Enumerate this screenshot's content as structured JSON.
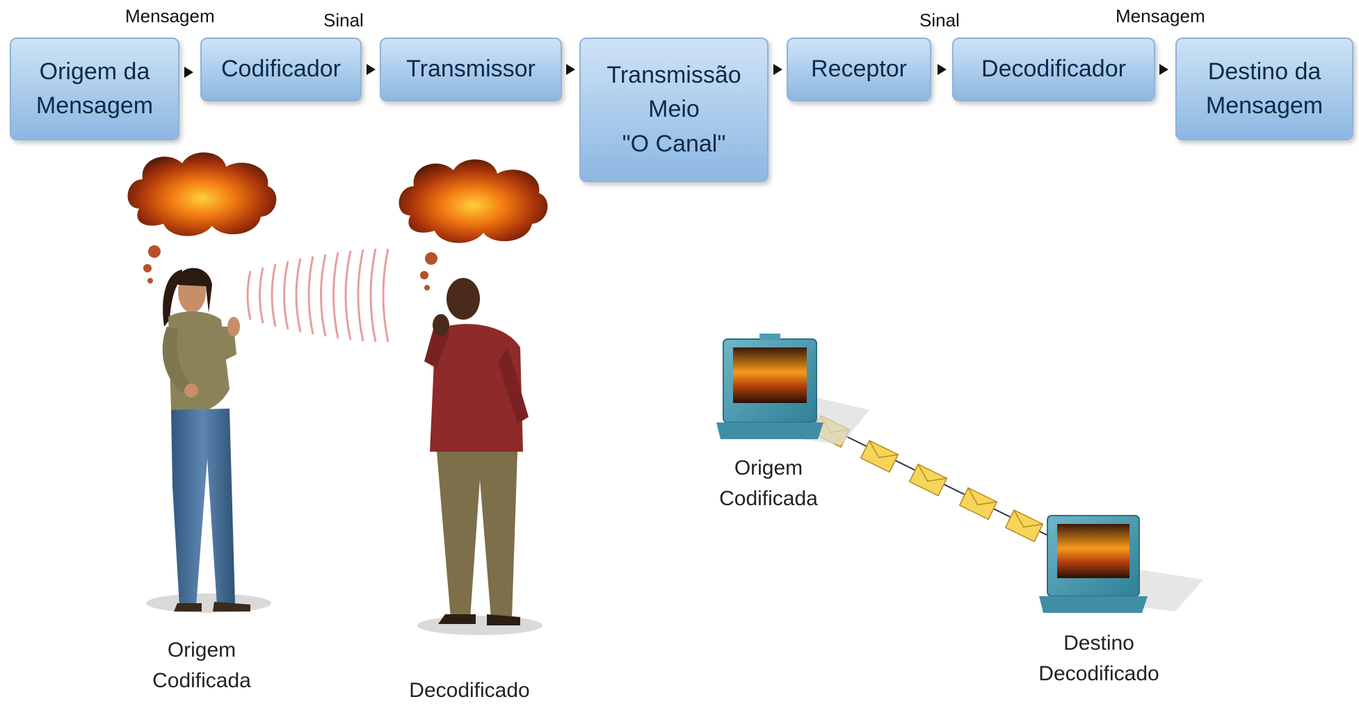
{
  "flow": {
    "labels": {
      "mensagem_left": "Mensagem",
      "sinal_left": "Sinal",
      "sinal_right": "Sinal",
      "mensagem_right": "Mensagem"
    },
    "steps": [
      {
        "lines": [
          "Origem da",
          "Mensagem"
        ]
      },
      {
        "lines": [
          "Codificador"
        ]
      },
      {
        "lines": [
          "Transmissor"
        ]
      },
      {
        "lines": [
          "Transmissão",
          "Meio",
          "\"O Canal\""
        ]
      },
      {
        "lines": [
          "Receptor"
        ]
      },
      {
        "lines": [
          "Decodificador"
        ]
      },
      {
        "lines": [
          "Destino da",
          "Mensagem"
        ]
      }
    ]
  },
  "people_scene": {
    "woman_caption": [
      "Origem",
      "Codificada"
    ],
    "man_caption": [
      "Decodificado"
    ]
  },
  "computer_scene": {
    "source_caption": [
      "Origem",
      "Codificada"
    ],
    "destination_caption": [
      "Destino",
      "Decodificado"
    ]
  }
}
